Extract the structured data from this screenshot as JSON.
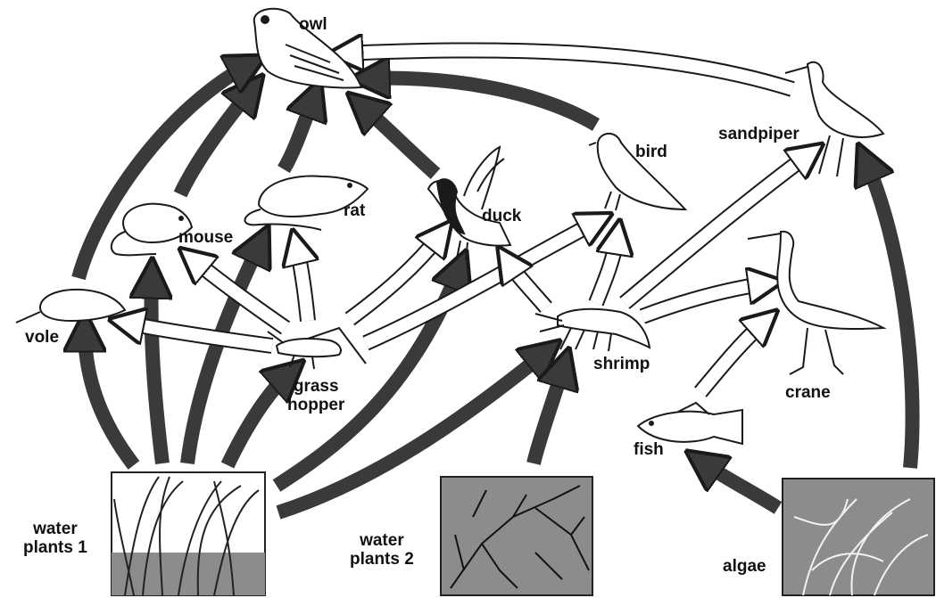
{
  "organisms": {
    "owl": "owl",
    "sandpiper": "sandpiper",
    "bird": "bird",
    "duck": "duck",
    "rat": "rat",
    "mouse": "mouse",
    "vole": "vole",
    "grasshopper_1": "grass",
    "grasshopper_2": "hopper",
    "shrimp": "shrimp",
    "crane": "crane",
    "fish": "fish",
    "water_plants_1_line1": "water",
    "water_plants_1_line2": "plants 1",
    "water_plants_2_line1": "water",
    "water_plants_2_line2": "plants 2",
    "algae": "algae"
  },
  "colors": {
    "dark_arrow": "#3a3a3a",
    "light_arrow": "#ffffff",
    "outline": "#1a1a1a",
    "panel_fill": "#8c8c8c"
  }
}
